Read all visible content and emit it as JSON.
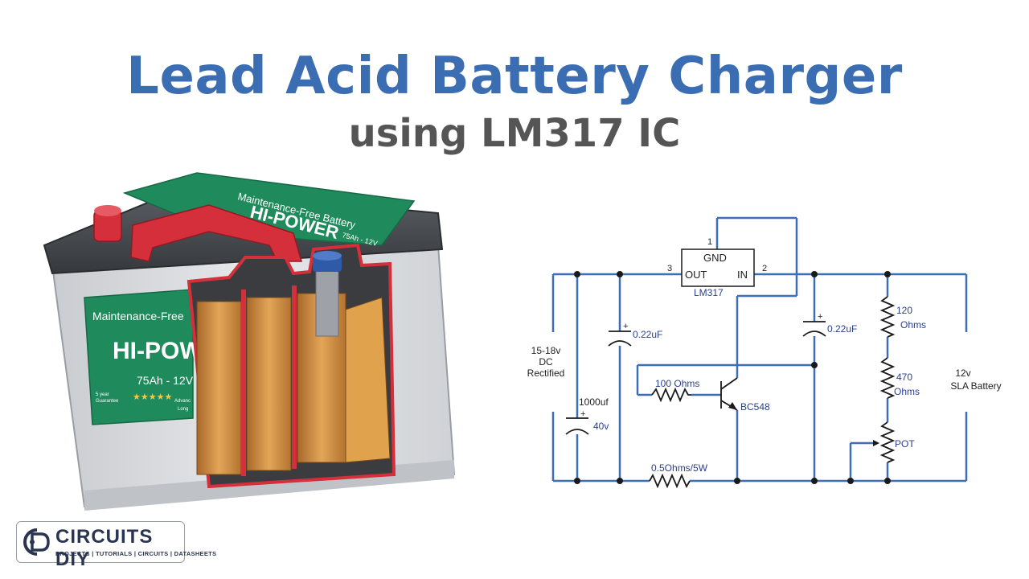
{
  "title": "Lead Acid Battery Charger",
  "subtitle": "using LM317 IC",
  "battery": {
    "top_label_1": "Maintenance-Free Battery",
    "top_label_2": "HI-POWER",
    "top_spec": "75Ah - 12V",
    "side_label_1": "Maintenance-Free",
    "side_label_2": "HI-POW",
    "side_spec": "75Ah - 12V",
    "side_small_1": "5 year",
    "side_small_2": "Guarantee",
    "side_small_3": "Advanc",
    "side_small_4": "Long",
    "stars": "★★★★★",
    "colors": {
      "green": "#1f8a5b",
      "red": "#d42f3a",
      "case": "#d8dadd",
      "lid": "#4a4d52",
      "plates": "#c98a3a"
    }
  },
  "circuit": {
    "ic": {
      "gnd": "GND",
      "out": "OUT",
      "in": "IN",
      "name": "LM317",
      "pin1": "1",
      "pin2": "2",
      "pin3": "3"
    },
    "input": {
      "line1": "15-18v",
      "line2": "DC",
      "line3": "Rectified"
    },
    "c_main": {
      "value": "1000uf",
      "voltage": "40v"
    },
    "c_in": "0.22uF",
    "c_out": "0.22uF",
    "r_base": "100 Ohms",
    "transistor": "BC548",
    "r_sense": "0.5Ohms/5W",
    "r1": {
      "value": "120",
      "unit": "Ohms"
    },
    "r2": {
      "value": "470",
      "unit": "Ohms"
    },
    "pot": "POT",
    "output": {
      "line1": "12v",
      "line2": "SLA Battery"
    },
    "plus": "+",
    "colors": {
      "wire": "#3d6fb4",
      "component": "#1a1a1a",
      "label": "#2a3f8f"
    }
  },
  "logo": {
    "name": "CIRCUITS DIY",
    "tagline": "PROJECTS | TUTORIALS | CIRCUITS | DATASHEETS"
  }
}
